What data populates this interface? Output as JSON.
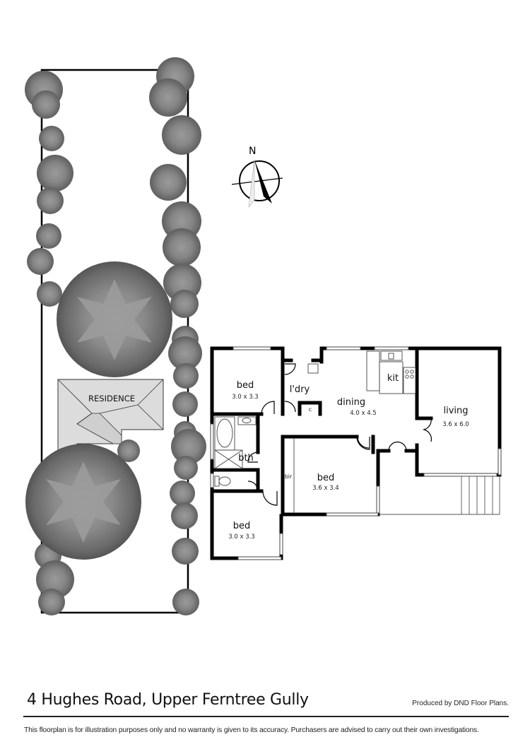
{
  "site": {
    "residence_label": "RESIDENCE",
    "north_label": "N"
  },
  "rooms": [
    {
      "id": "bed1",
      "label": "bed",
      "dimensions": "3.0 x 3.3"
    },
    {
      "id": "laundry",
      "label": "l'dry",
      "dimensions": ""
    },
    {
      "id": "cupboard",
      "label": "c",
      "dimensions": ""
    },
    {
      "id": "dining",
      "label": "dining",
      "dimensions": "4.0 x 4.5"
    },
    {
      "id": "kitchen",
      "label": "kit",
      "dimensions": ""
    },
    {
      "id": "living",
      "label": "living",
      "dimensions": "3.6 x 6.0"
    },
    {
      "id": "bath",
      "label": "bth",
      "dimensions": ""
    },
    {
      "id": "bed2",
      "label": "bed",
      "dimensions": "3.6 x 3.4"
    },
    {
      "id": "bir",
      "label": "bir",
      "dimensions": ""
    },
    {
      "id": "bed3",
      "label": "bed",
      "dimensions": "3.0 x 3.3"
    }
  ],
  "footer": {
    "address": "4 Hughes Road, Upper Ferntree Gully",
    "credit": "Produced by DND Floor Plans.",
    "disclaimer": "This floorplan is for illustration purposes only and no warranty is given to its accuracy. Purchasers are advised to carry out their own investigations."
  },
  "colors": {
    "wall": "#000000",
    "tree_dark": "#6b6b6b",
    "tree_light": "#8e8e8e",
    "roof": "#d9d9d9"
  }
}
